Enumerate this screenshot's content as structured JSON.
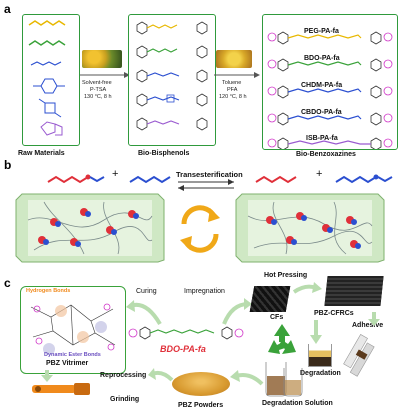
{
  "panel_a": {
    "letter": "a",
    "step1": {
      "line1": "Solvent-free",
      "line2": "P-TSA",
      "line3": "130 °C, 8 h"
    },
    "step2": {
      "line1": "Toluene",
      "line2": "PFA",
      "line3": "120 °C, 8 h"
    },
    "products": [
      "PEG-PA-fa",
      "BDO-PA-fa",
      "CHDM-PA-fa",
      "CBDO-PA-fa",
      "ISB-PA-fa"
    ],
    "captions": {
      "raw": "Raw Materials",
      "bisphenols": "Bio-Bisphenols",
      "benzoxazines": "Bio-Benzoxazines"
    }
  },
  "panel_b": {
    "letter": "b",
    "plus": "+",
    "label": "Transesterification"
  },
  "panel_c": {
    "letter": "c",
    "curing": "Curing",
    "impregnation": "Impregnation",
    "hot_pressing": "Hot Pressing",
    "hydrogen_bonds": "Hydrogen Bonds",
    "dynamic_ester_bonds": "Dynamic Ester Bonds",
    "pbz_vitrimer": "PBZ Vitrimer",
    "monomer": "BDO-PA-fa",
    "cfs": "CFs",
    "pbz_cfrcs": "PBZ-CFRCs",
    "adhesive": "Adhesive",
    "degradation": "Degradation",
    "reprocessing": "Reprocessing",
    "grinding": "Grinding",
    "pbz_powders": "PBZ Powders",
    "degradation_solution": "Degradation Solution"
  },
  "colors": {
    "green": "#2f9a3c",
    "red": "#e0303a",
    "blue": "#2b4fd0",
    "yellow": "#e8b800",
    "magenta": "#d036c8",
    "orange": "#f08a1c",
    "purple": "#9a5bd0"
  }
}
